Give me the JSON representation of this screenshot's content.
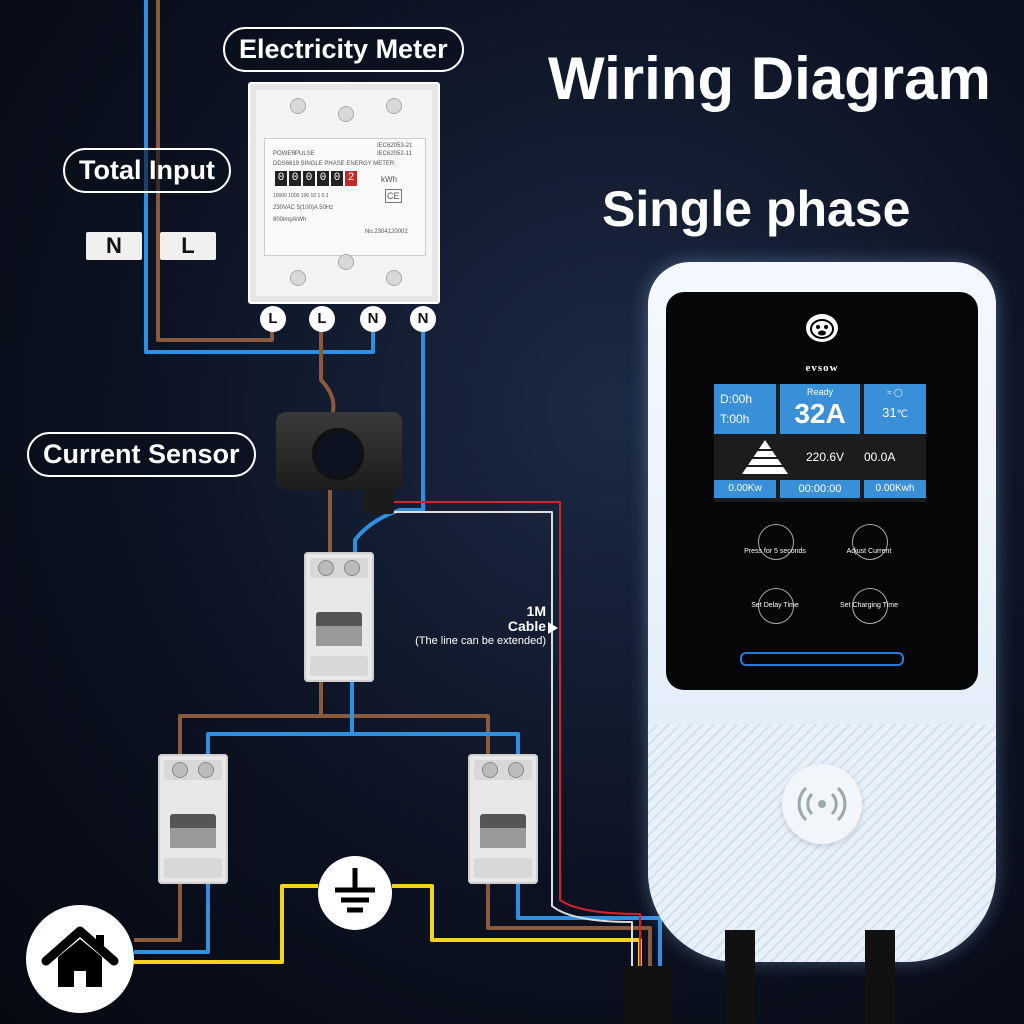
{
  "title": "Wiring Diagram",
  "subtitle": "Single phase",
  "labels": {
    "electricity_meter": "Electricity Meter",
    "total_input": "Total Input",
    "current_sensor": "Current Sensor"
  },
  "input_tags": [
    "N",
    "L"
  ],
  "meter_terminals": [
    "L",
    "L",
    "N",
    "N"
  ],
  "meter": {
    "led_power": "POWER",
    "led_pulse": "PULSE",
    "standard_1": "IEC62053-21",
    "standard_2": "IEC62052-11",
    "model": "DDS6619 SINGLE PHASE ENERGY METER",
    "digits": [
      "0",
      "0",
      "0",
      "0",
      "0",
      "2"
    ],
    "unit": "kWh",
    "multipliers": "10000  1000  100  10  1  0.1",
    "rating": "230VAC  5(100)A  50Hz",
    "impulse": "800imp/kWh",
    "serial": "No.2304120002",
    "ce": "CE"
  },
  "cable_note": {
    "length": "1M",
    "word": "Cable",
    "note": "(The line can be extended)"
  },
  "charger": {
    "brand": "evsow",
    "lcd": {
      "delay": "D:00h",
      "timer": "T:00h",
      "status": "Ready",
      "current": "32A",
      "temperature": "31",
      "temp_unit": "℃",
      "voltage": "220.6V",
      "amps": "00.0A",
      "power": "0.00Kw",
      "time": "00:00:00",
      "energy": "0.00Kwh"
    },
    "buttons": [
      "Press for 5 seconds",
      "Adjust Current",
      "Set Delay Time",
      "Set Charging Time"
    ]
  },
  "wire_colors": {
    "live": "#8a5a3c",
    "neutral": "#2f8fe0",
    "earth": "#f3d31c",
    "signal_red": "#d0232a",
    "signal_black": "#222222"
  },
  "icons": [
    "home-icon",
    "ground-icon",
    "rfid-icon",
    "evsow-logo-icon"
  ]
}
